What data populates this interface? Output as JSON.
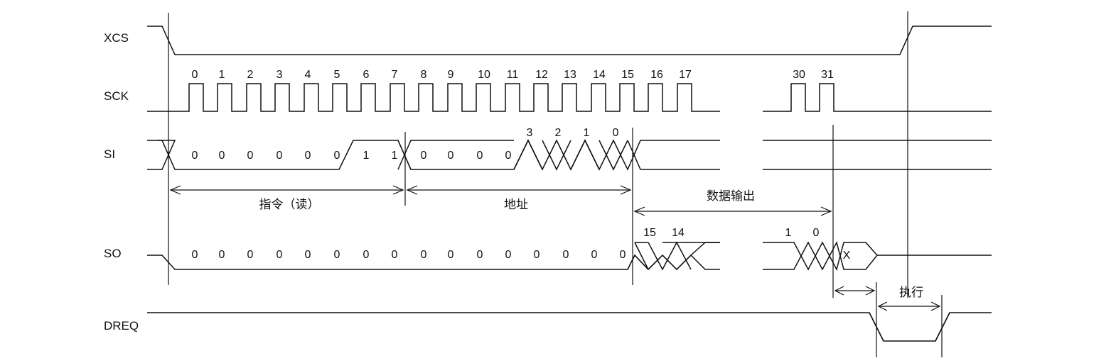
{
  "signals": {
    "xcs": "XCS",
    "sck": "SCK",
    "si": "SI",
    "so": "SO",
    "dreq": "DREQ"
  },
  "sck_clock_labels": [
    "0",
    "1",
    "2",
    "3",
    "4",
    "5",
    "6",
    "7",
    "8",
    "9",
    "10",
    "11",
    "12",
    "13",
    "14",
    "15",
    "16",
    "17",
    "30",
    "31"
  ],
  "si_bits": [
    "0",
    "0",
    "0",
    "0",
    "0",
    "0",
    "1",
    "1",
    "0",
    "0",
    "0",
    "0"
  ],
  "si_addr_bits": [
    "3",
    "2",
    "1",
    "0"
  ],
  "so_zero_bits": [
    "0",
    "0",
    "0",
    "0",
    "0",
    "0",
    "0",
    "0",
    "0",
    "0",
    "0",
    "0",
    "0",
    "0",
    "0",
    "0"
  ],
  "so_data_bits": [
    "15",
    "14",
    "1",
    "0"
  ],
  "so_final": "X",
  "phases": {
    "instruction": "指令（读）",
    "address": "地址",
    "data_output": "数据输出",
    "execute": "执行"
  }
}
